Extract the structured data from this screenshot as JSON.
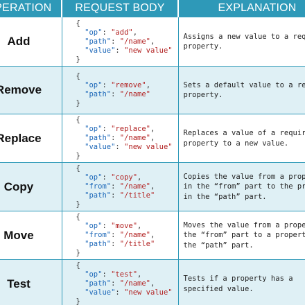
{
  "table": {
    "headers": {
      "operation": "OPERATION",
      "request_body": "REQUEST BODY",
      "explanation": "EXPLANATION"
    },
    "rows": [
      {
        "operation": "Add",
        "body": {
          "open": "{",
          "lines": [
            {
              "key": "\"op\"",
              "value": "\"add\"",
              "comma": ","
            },
            {
              "key": "\"path\"",
              "value": "\"/name\"",
              "comma": ","
            },
            {
              "key": "\"value\"",
              "value": "\"new value\"",
              "comma": ""
            }
          ],
          "close": "}"
        },
        "explanation": "Assigns a new value to a required property."
      },
      {
        "operation": "Remove",
        "body": {
          "open": "{",
          "lines": [
            {
              "key": "\"op\"",
              "value": "\"remove\"",
              "comma": ","
            },
            {
              "key": "\"path\"",
              "value": "\"/name\"",
              "comma": ""
            }
          ],
          "close": "}"
        },
        "explanation": "Sets a default value to a required property."
      },
      {
        "operation": "Replace",
        "body": {
          "open": "{",
          "lines": [
            {
              "key": "\"op\"",
              "value": "\"replace\"",
              "comma": ","
            },
            {
              "key": "\"path\"",
              "value": "\"/name\"",
              "comma": ","
            },
            {
              "key": "\"value\"",
              "value": "\"new value\"",
              "comma": ""
            }
          ],
          "close": "}"
        },
        "explanation": "Replaces a value of a required property to a new value."
      },
      {
        "operation": "Copy",
        "body": {
          "open": "{",
          "lines": [
            {
              "key": "\"op\"",
              "value": "\"copy\"",
              "comma": ","
            },
            {
              "key": "\"from\"",
              "value": "\"/name\"",
              "comma": ","
            },
            {
              "key": "\"path\"",
              "value": "\"/title\"",
              "comma": ""
            }
          ],
          "close": "}"
        },
        "explanation": "Copies the value from a property in the “from” part to the property in the “path” part."
      },
      {
        "operation": "Move",
        "body": {
          "open": "{",
          "lines": [
            {
              "key": "\"op\"",
              "value": "\"move\"",
              "comma": ","
            },
            {
              "key": "\"from\"",
              "value": "\"/name\"",
              "comma": ","
            },
            {
              "key": "\"path\"",
              "value": "\"/title\"",
              "comma": ""
            }
          ],
          "close": "}"
        },
        "explanation": "Moves the value from a property in the “from” part to a property in the “path” part."
      },
      {
        "operation": "Test",
        "body": {
          "open": "{",
          "lines": [
            {
              "key": "\"op\"",
              "value": "\"test\"",
              "comma": ","
            },
            {
              "key": "\"path\"",
              "value": "\"/name\"",
              "comma": ","
            },
            {
              "key": "\"value\"",
              "value": "\"new value\"",
              "comma": ""
            }
          ],
          "close": "}"
        },
        "explanation": "Tests if a property has a specified value."
      }
    ]
  },
  "colors": {
    "header_bg": "#2e99b8",
    "alt_row_bg": "#dff0f5",
    "json_key": "#1a66b8",
    "json_string": "#b22222"
  }
}
